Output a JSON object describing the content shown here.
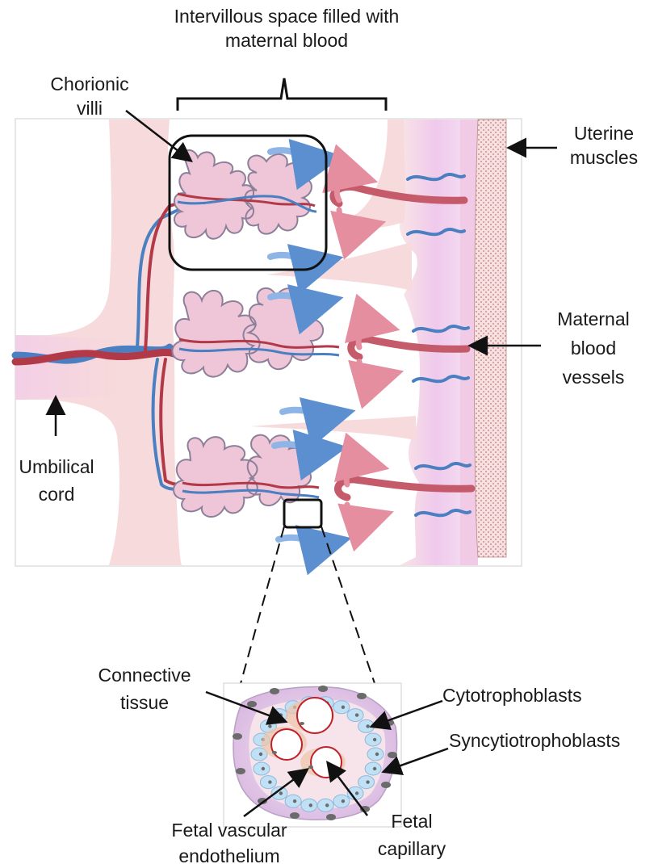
{
  "labels": {
    "intervillous": [
      "Intervillous space filled with",
      "maternal blood"
    ],
    "chorionic": [
      "Chorionic",
      "villi"
    ],
    "uterine": [
      "Uterine",
      "muscles"
    ],
    "maternal_vessels": [
      "Maternal",
      "blood",
      "vessels"
    ],
    "umbilical": [
      "Umbilical",
      "cord"
    ],
    "connective": [
      "Connective",
      "tissue"
    ],
    "cytotrophoblasts": "Cytotrophoblasts",
    "syncytiotrophoblasts": "Syncytiotrophoblasts",
    "fetal_endothelium": [
      "Fetal vascular",
      "endothelium"
    ],
    "fetal_capillary": [
      "Fetal",
      "capillary"
    ]
  },
  "colors": {
    "fetal_artery_red": "#b23a48",
    "fetal_vein_blue": "#4a7fc1",
    "villus_fill": "#eec6d8",
    "tissue_pink": "#f7dadb",
    "uterine_wall": "#f2d6ec",
    "cytotrophoblast": "#bfe0f5",
    "nucleus": "#6b6b6b"
  }
}
